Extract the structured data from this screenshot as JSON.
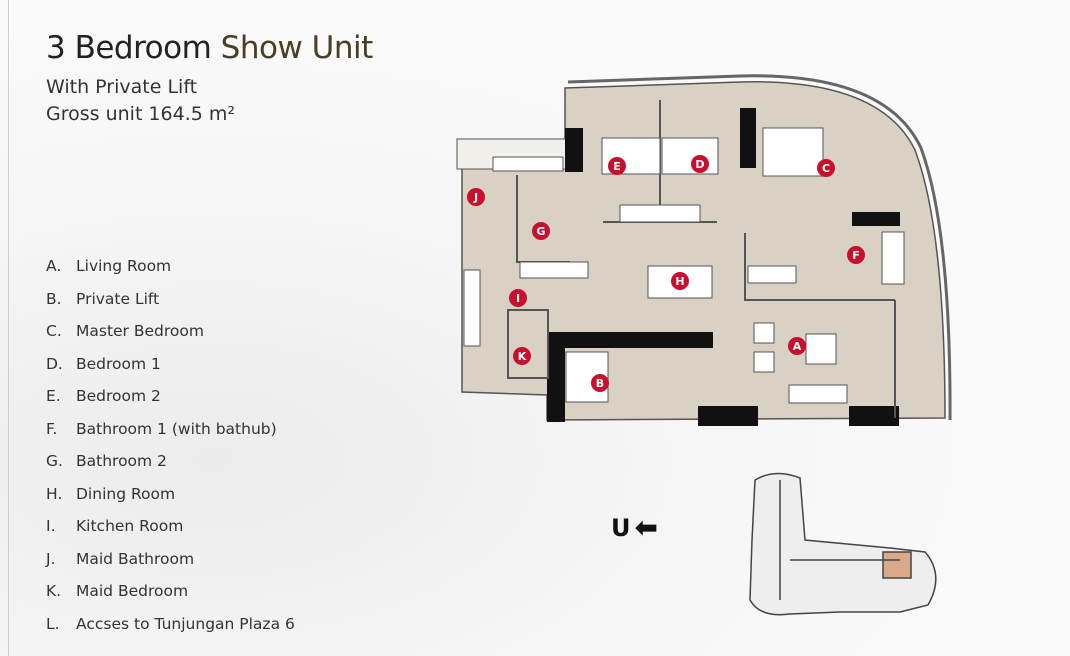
{
  "header": {
    "title_main": "3 Bedroom",
    "title_accent": "Show Unit",
    "subtitle": "With Private Lift",
    "gross_area": "Gross unit 164.5 m²"
  },
  "legend": [
    {
      "key": "A.",
      "label": "Living Room"
    },
    {
      "key": "B.",
      "label": "Private Lift"
    },
    {
      "key": "C.",
      "label": "Master Bedroom"
    },
    {
      "key": "D.",
      "label": "Bedroom 1"
    },
    {
      "key": "E.",
      "label": "Bedroom 2"
    },
    {
      "key": "F.",
      "label": "Bathroom 1 (with bathub)"
    },
    {
      "key": "G.",
      "label": "Bathroom 2"
    },
    {
      "key": "H.",
      "label": "Dining Room"
    },
    {
      "key": "I.",
      "label": "Kitchen Room"
    },
    {
      "key": "J.",
      "label": "Maid Bathroom"
    },
    {
      "key": "K.",
      "label": "Maid Bedroom"
    },
    {
      "key": "L.",
      "label": "Accses to Tunjungan Plaza 6"
    }
  ],
  "markers": {
    "A": "A",
    "B": "B",
    "C": "C",
    "D": "D",
    "E": "E",
    "F": "F",
    "G": "G",
    "H": "H",
    "I": "I",
    "J": "J",
    "K": "K"
  },
  "north": {
    "label": "U",
    "icon": "arrow-left-icon"
  },
  "colors": {
    "floor": "#d9d1c3",
    "marker": "#c8102e",
    "wall": "#111111",
    "accent": "#4a3f22",
    "highlight": "#d9a98a"
  }
}
